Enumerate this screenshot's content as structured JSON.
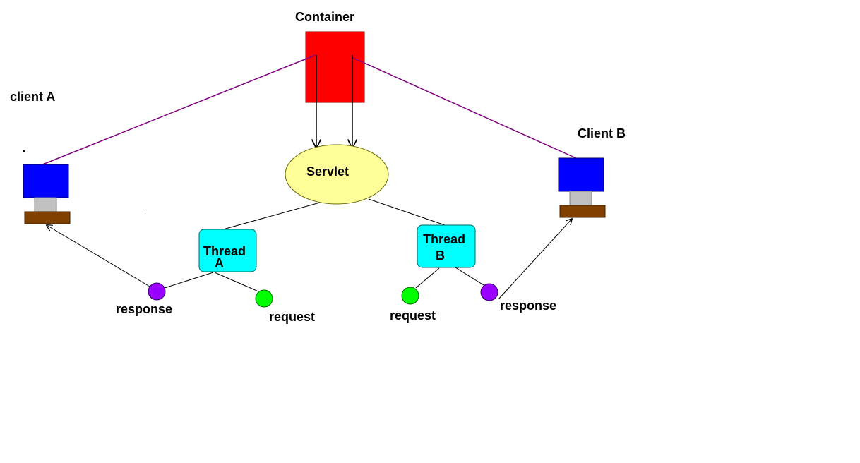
{
  "labels": {
    "container": "Container",
    "client_a": "client A",
    "client_b": "Client B",
    "servlet": "Servlet",
    "thread_a_line1": "Thread",
    "thread_a_line2": "A",
    "thread_b_line1": "Thread",
    "thread_b_line2": "B",
    "response_a": "response",
    "request_a": "request",
    "request_b": "request",
    "response_b": "response"
  },
  "colors": {
    "container": "#ff0000",
    "monitor": "#0000ff",
    "monitor_stand": "#c0c0c0",
    "monitor_base": "#804000",
    "servlet": "#ffff99",
    "thread": "#00ffff",
    "request": "#00ff00",
    "response": "#9900ff",
    "container_link": "#800080"
  }
}
